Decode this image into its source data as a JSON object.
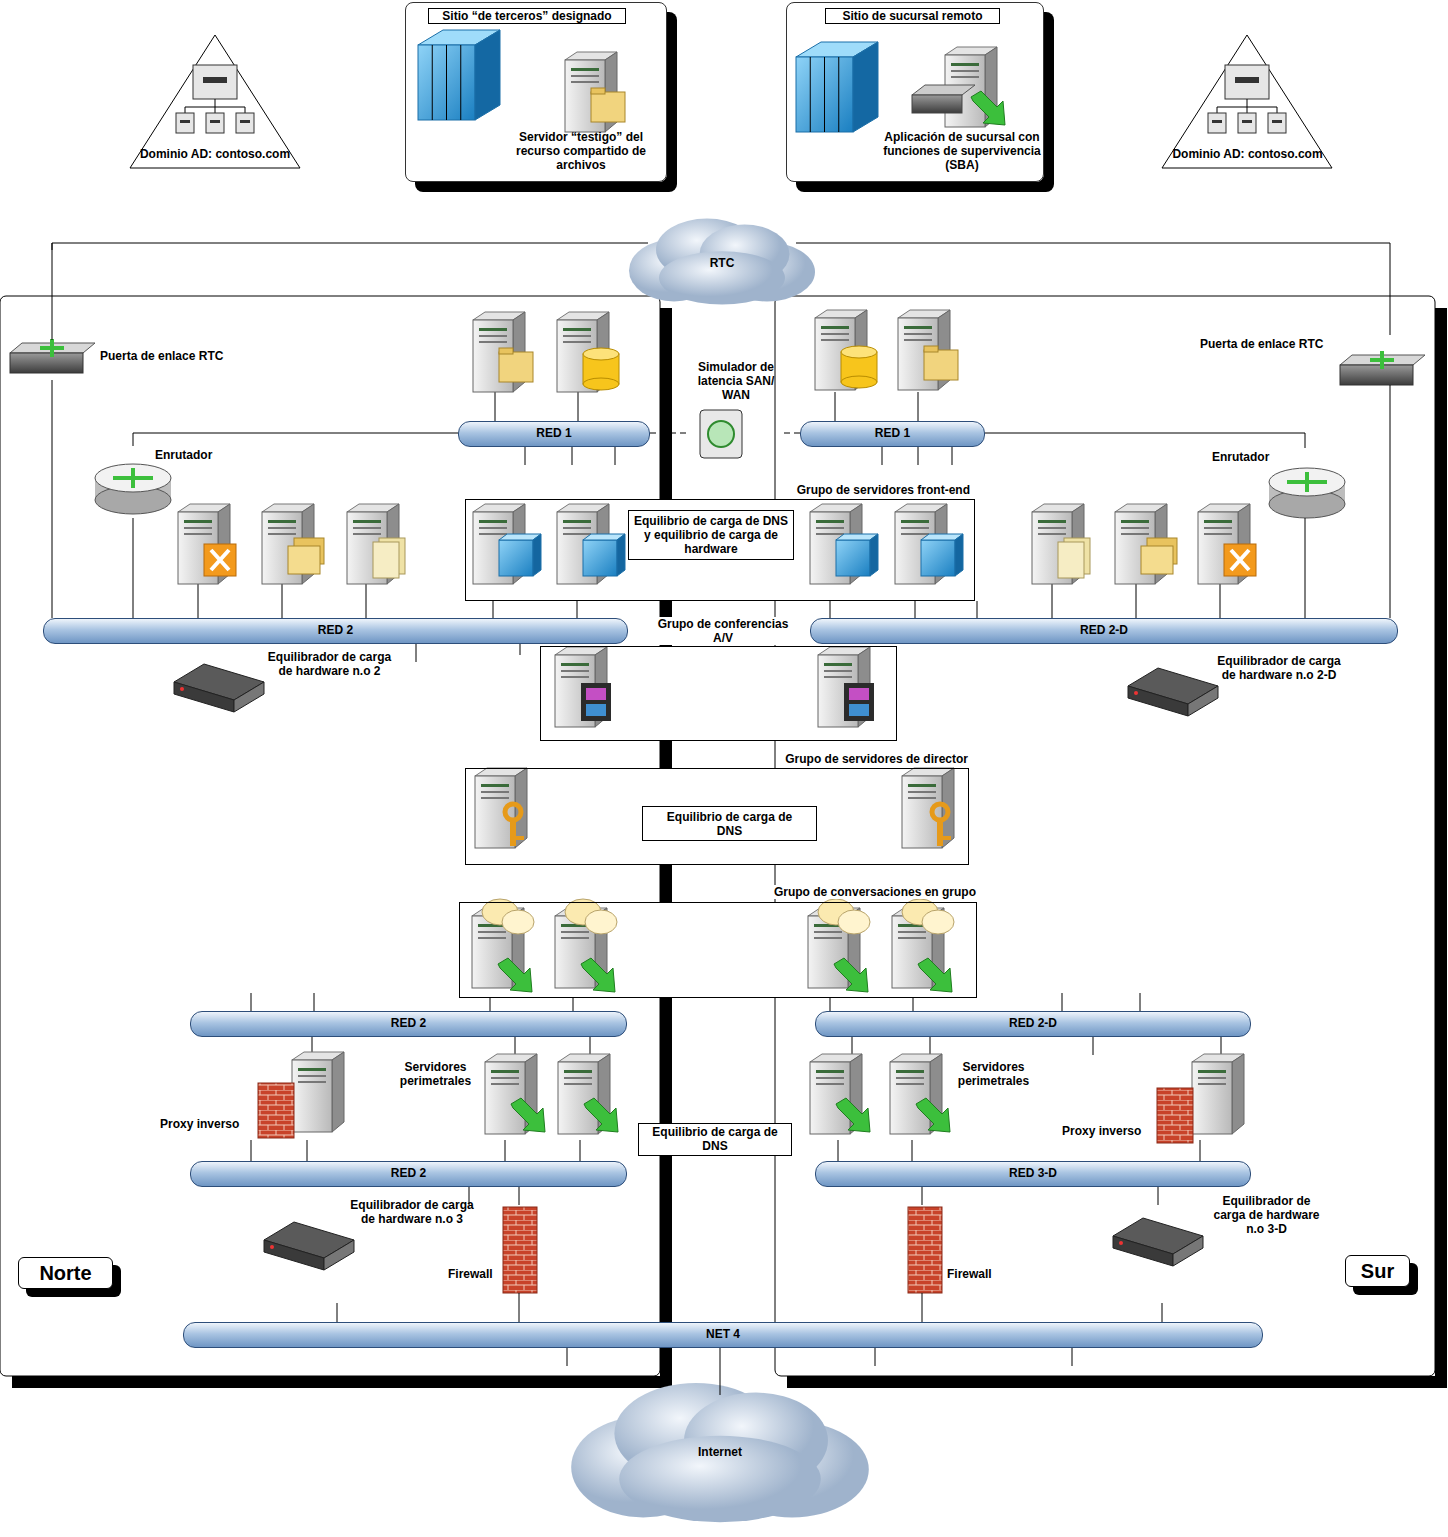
{
  "diagram": {
    "nodes": [
      {
        "text": [
          "Dominio AD: contoso.com"
        ]
      },
      {
        "text": [
          "Sitio “de terceros” designado",
          "Servidor “testigo” del recurso compartido de archivos"
        ]
      },
      {
        "text": [
          "Sitio de sucursal remoto",
          "Aplicación de sucursal con funciones de supervivencia (SBA)"
        ]
      },
      {
        "text": [
          "Dominio AD: contoso.com"
        ]
      },
      {
        "text": [
          "RTC"
        ]
      },
      {
        "text": [
          "Norte"
        ]
      },
      {
        "text": [
          "Sur"
        ]
      },
      {
        "text": [
          "Puerta de enlace RTC"
        ],
        "in": 5
      },
      {
        "text": [
          "RED 1"
        ],
        "in": 5
      },
      {
        "text": [
          "Enrutador"
        ],
        "in": 5
      },
      {
        "text": [
          "RED 2"
        ],
        "in": 5
      },
      {
        "text": [
          "Equilibrador de carga de hardware n.o 2"
        ],
        "in": 5
      },
      {
        "text": [
          "RED 2"
        ],
        "in": 5
      },
      {
        "text": [
          "Proxy inverso"
        ],
        "in": 5
      },
      {
        "text": [
          "Servidores perimetrales"
        ],
        "in": 5
      },
      {
        "text": [
          "RED 2"
        ],
        "in": 5
      },
      {
        "text": [
          "Equilibrador de carga de hardware n.o 3"
        ],
        "in": 5
      },
      {
        "text": [
          "Firewall"
        ],
        "in": 5
      },
      {
        "text": [
          "Simulador de latencia SAN/ WAN"
        ]
      },
      {
        "text": [
          "RED 1"
        ],
        "in": 6
      },
      {
        "text": [
          "Puerta de enlace RTC"
        ],
        "in": 6
      },
      {
        "text": [
          "Enrutador"
        ],
        "in": 6
      },
      {
        "text": [
          "RED 2-D"
        ],
        "in": 6
      },
      {
        "text": [
          "Equilibrador de carga de hardware n.o 2-D"
        ],
        "in": 6
      },
      {
        "text": [
          "RED 2-D"
        ],
        "in": 6
      },
      {
        "text": [
          "Servidores perimetrales"
        ],
        "in": 6
      },
      {
        "text": [
          "Proxy inverso"
        ],
        "in": 6
      },
      {
        "text": [
          "RED 3-D"
        ],
        "in": 6
      },
      {
        "text": [
          "Equilibrador de carga de hardware n.o 3-D"
        ],
        "in": 6
      },
      {
        "text": [
          "Firewall"
        ],
        "in": 6
      },
      {
        "text": [
          "Grupo de servidores front-end"
        ]
      },
      {
        "text": [
          "Equilibrio de carga de DNS y equilibrio de carga de hardware"
        ],
        "in": 30
      },
      {
        "text": [
          "Grupo de conferencias A/V"
        ]
      },
      {
        "text": [
          "Grupo de servidores de director"
        ]
      },
      {
        "text": [
          "Equilibrio de carga de DNS"
        ],
        "in": 33
      },
      {
        "text": [
          "Grupo de conversaciones en grupo"
        ]
      },
      {
        "text": [
          "Equilibrio de carga de DNS"
        ]
      },
      {
        "text": [
          "NET 4"
        ]
      },
      {
        "text": [
          "Internet"
        ]
      }
    ],
    "edges": [
      {
        "from": 4,
        "to": 7,
        "arrow": "none"
      },
      {
        "from": 7,
        "to": 10,
        "arrow": "none"
      },
      {
        "from": 4,
        "to": 20,
        "arrow": "none"
      },
      {
        "from": 20,
        "to": 22,
        "arrow": "none"
      },
      {
        "from": 8,
        "to": 9,
        "arrow": "none"
      },
      {
        "from": 9,
        "to": 10,
        "arrow": "none"
      },
      {
        "from": 19,
        "to": 21,
        "arrow": "none"
      },
      {
        "from": 21,
        "to": 22,
        "arrow": "none"
      },
      {
        "from": 8,
        "to": 18,
        "arrow": "none"
      },
      {
        "from": 18,
        "to": 19,
        "arrow": "none"
      },
      {
        "from": 17,
        "to": 15,
        "arrow": "none"
      },
      {
        "from": 17,
        "to": 37,
        "arrow": "none"
      },
      {
        "from": 29,
        "to": 27,
        "arrow": "none"
      },
      {
        "from": 29,
        "to": 37,
        "arrow": "none"
      },
      {
        "from": 38,
        "to": 37,
        "arrow": "none"
      }
    ]
  }
}
